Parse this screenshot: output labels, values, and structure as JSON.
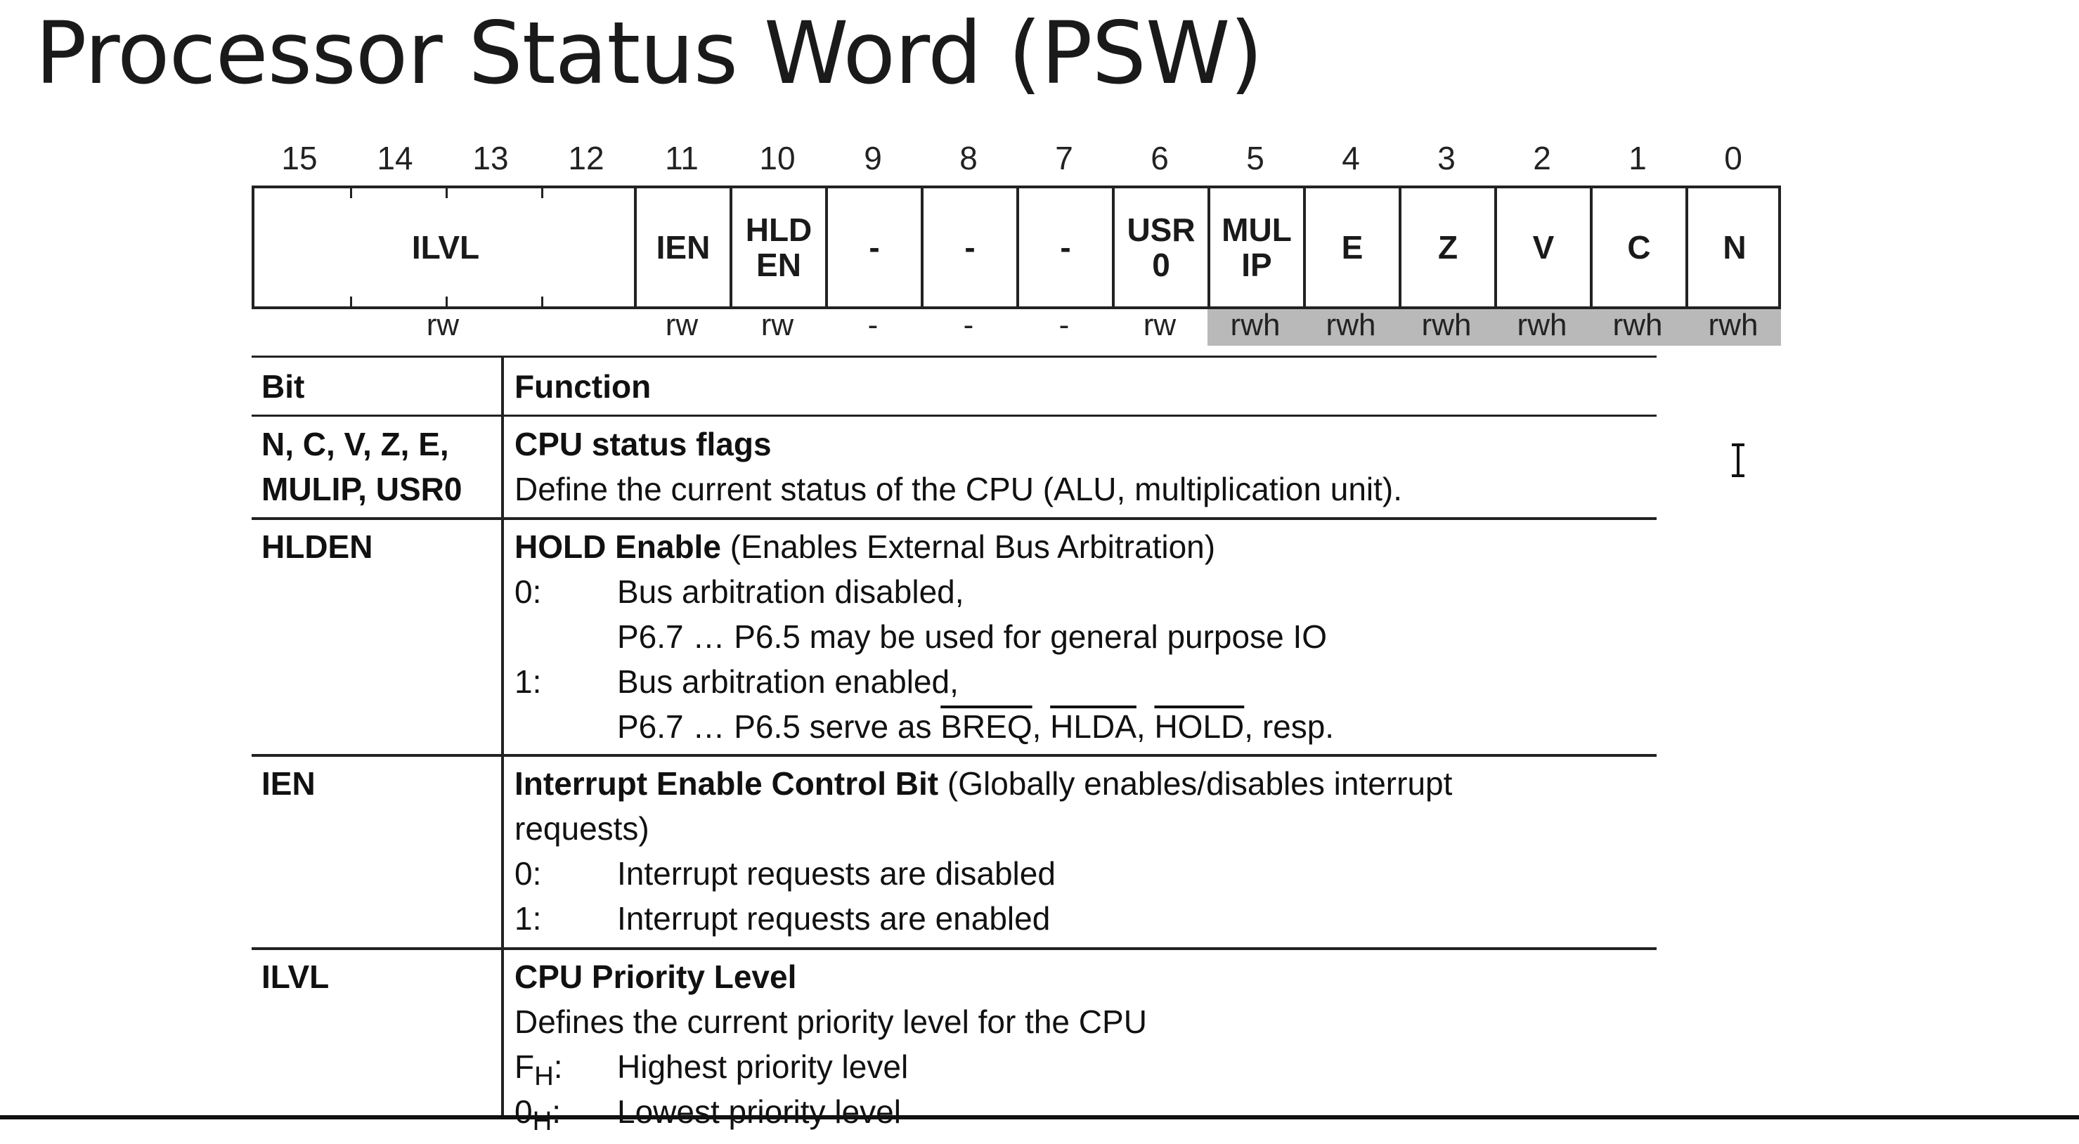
{
  "title": "Processor Status Word (PSW)",
  "register": {
    "bit_numbers": [
      "15",
      "14",
      "13",
      "12",
      "11",
      "10",
      "9",
      "8",
      "7",
      "6",
      "5",
      "4",
      "3",
      "2",
      "1",
      "0"
    ],
    "fields": [
      {
        "label": "ILVL",
        "span": 4
      },
      {
        "label": "IEN",
        "span": 1
      },
      {
        "label": "HLD\nEN",
        "span": 1
      },
      {
        "label": "-",
        "span": 1
      },
      {
        "label": "-",
        "span": 1
      },
      {
        "label": "-",
        "span": 1
      },
      {
        "label": "USR\n0",
        "span": 1
      },
      {
        "label": "MUL\nIP",
        "span": 1
      },
      {
        "label": "E",
        "span": 1
      },
      {
        "label": "Z",
        "span": 1
      },
      {
        "label": "V",
        "span": 1
      },
      {
        "label": "C",
        "span": 1
      },
      {
        "label": "N",
        "span": 1
      }
    ],
    "access": [
      "rw",
      "rw",
      "rw",
      "-",
      "-",
      "-",
      "rw",
      "rwh",
      "rwh",
      "rwh",
      "rwh",
      "rwh",
      "rwh"
    ],
    "highlight_color": "#b9b9b9"
  },
  "table": {
    "header": {
      "bit": "Bit",
      "function": "Function"
    },
    "rows": [
      {
        "bit_lines": [
          "N, C, V, Z, E,",
          "MULIP, USR0"
        ],
        "title_bold": "CPU status flags",
        "title_rest": "",
        "lines": [
          {
            "text": "Define the current status of the CPU (ALU, multiplication unit)."
          }
        ]
      },
      {
        "bit_lines": [
          "HLDEN"
        ],
        "title_bold": "HOLD Enable",
        "title_rest": " (Enables External Bus Arbitration)",
        "lines": [
          {
            "key": "0:",
            "text": "Bus arbitration disabled,"
          },
          {
            "text": "P6.7 … P6.5 may be used for general purpose IO"
          },
          {
            "key": "1:",
            "text": "Bus arbitration enabled,"
          },
          {
            "prefix": "P6.7 … P6.5 serve as ",
            "sig1": "BREQ",
            "sep1": ", ",
            "sig2": "HLDA",
            "sep2": ", ",
            "sig3": "HOLD",
            "suffix": ", resp."
          }
        ]
      },
      {
        "bit_lines": [
          "IEN"
        ],
        "title_bold": "Interrupt Enable Control Bit",
        "title_rest": " (Globally enables/disables interrupt",
        "title_cont": "requests)",
        "lines": [
          {
            "key": "0:",
            "text": "Interrupt requests are disabled"
          },
          {
            "key": "1:",
            "text": "Interrupt requests are enabled"
          }
        ]
      },
      {
        "bit_lines": [
          "ILVL"
        ],
        "title_bold": "CPU Priority Level",
        "title_rest": "",
        "lines": [
          {
            "text": "Defines the current priority level for the CPU"
          },
          {
            "key": "F",
            "key_sub": "H",
            "key_colon": ":",
            "text": "Highest priority level"
          },
          {
            "key": "0",
            "key_sub": "H",
            "key_colon": ":",
            "text": "Lowest priority level"
          }
        ]
      }
    ]
  },
  "cursor_icon": "text-cursor-icon"
}
